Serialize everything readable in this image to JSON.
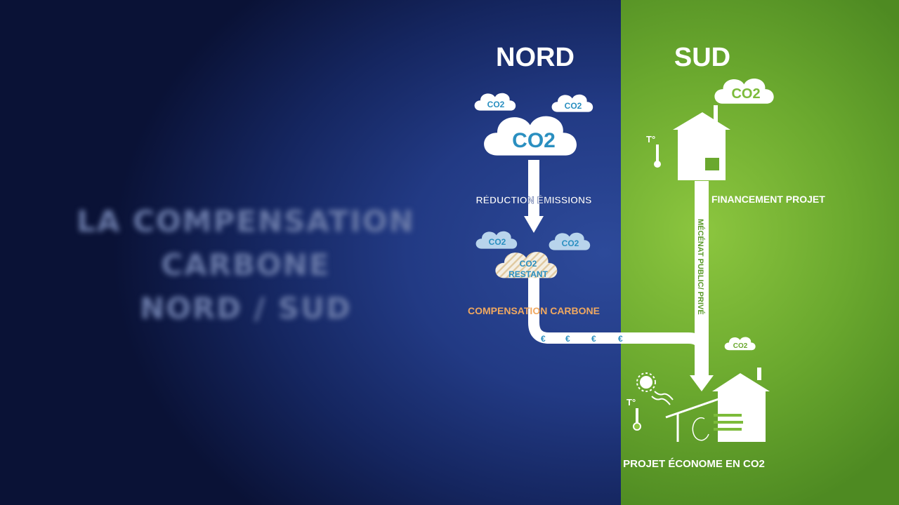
{
  "background_title": {
    "line1": "LA COMPENSATION CARBONE",
    "line2": "NORD / SUD"
  },
  "north": {
    "heading": "NORD",
    "cloud_small": "CO2",
    "cloud_big": "CO2",
    "reduction_label": "RÉDUCTION ÉMISSIONS",
    "remaining_line1": "CO2",
    "remaining_line2": "RESTANT",
    "compensation_label": "COMPENSATION CARBONE",
    "euro": "€"
  },
  "south": {
    "heading": "SUD",
    "house_cloud": "CO2",
    "temperature": "T°",
    "financing_label": "FINANCEMENT PROJET",
    "sponsorship_label": "MÉCÉNAT PUBLIC/ PRIVÉ",
    "small_cloud": "CO2",
    "project_label": "PROJET ÉCONOME EN CO2"
  },
  "colors": {
    "north_bg": "#223a84",
    "south_bg": "#6aa82e",
    "cloud_text": "#2a8fc0",
    "compensation": "#f0a860"
  }
}
